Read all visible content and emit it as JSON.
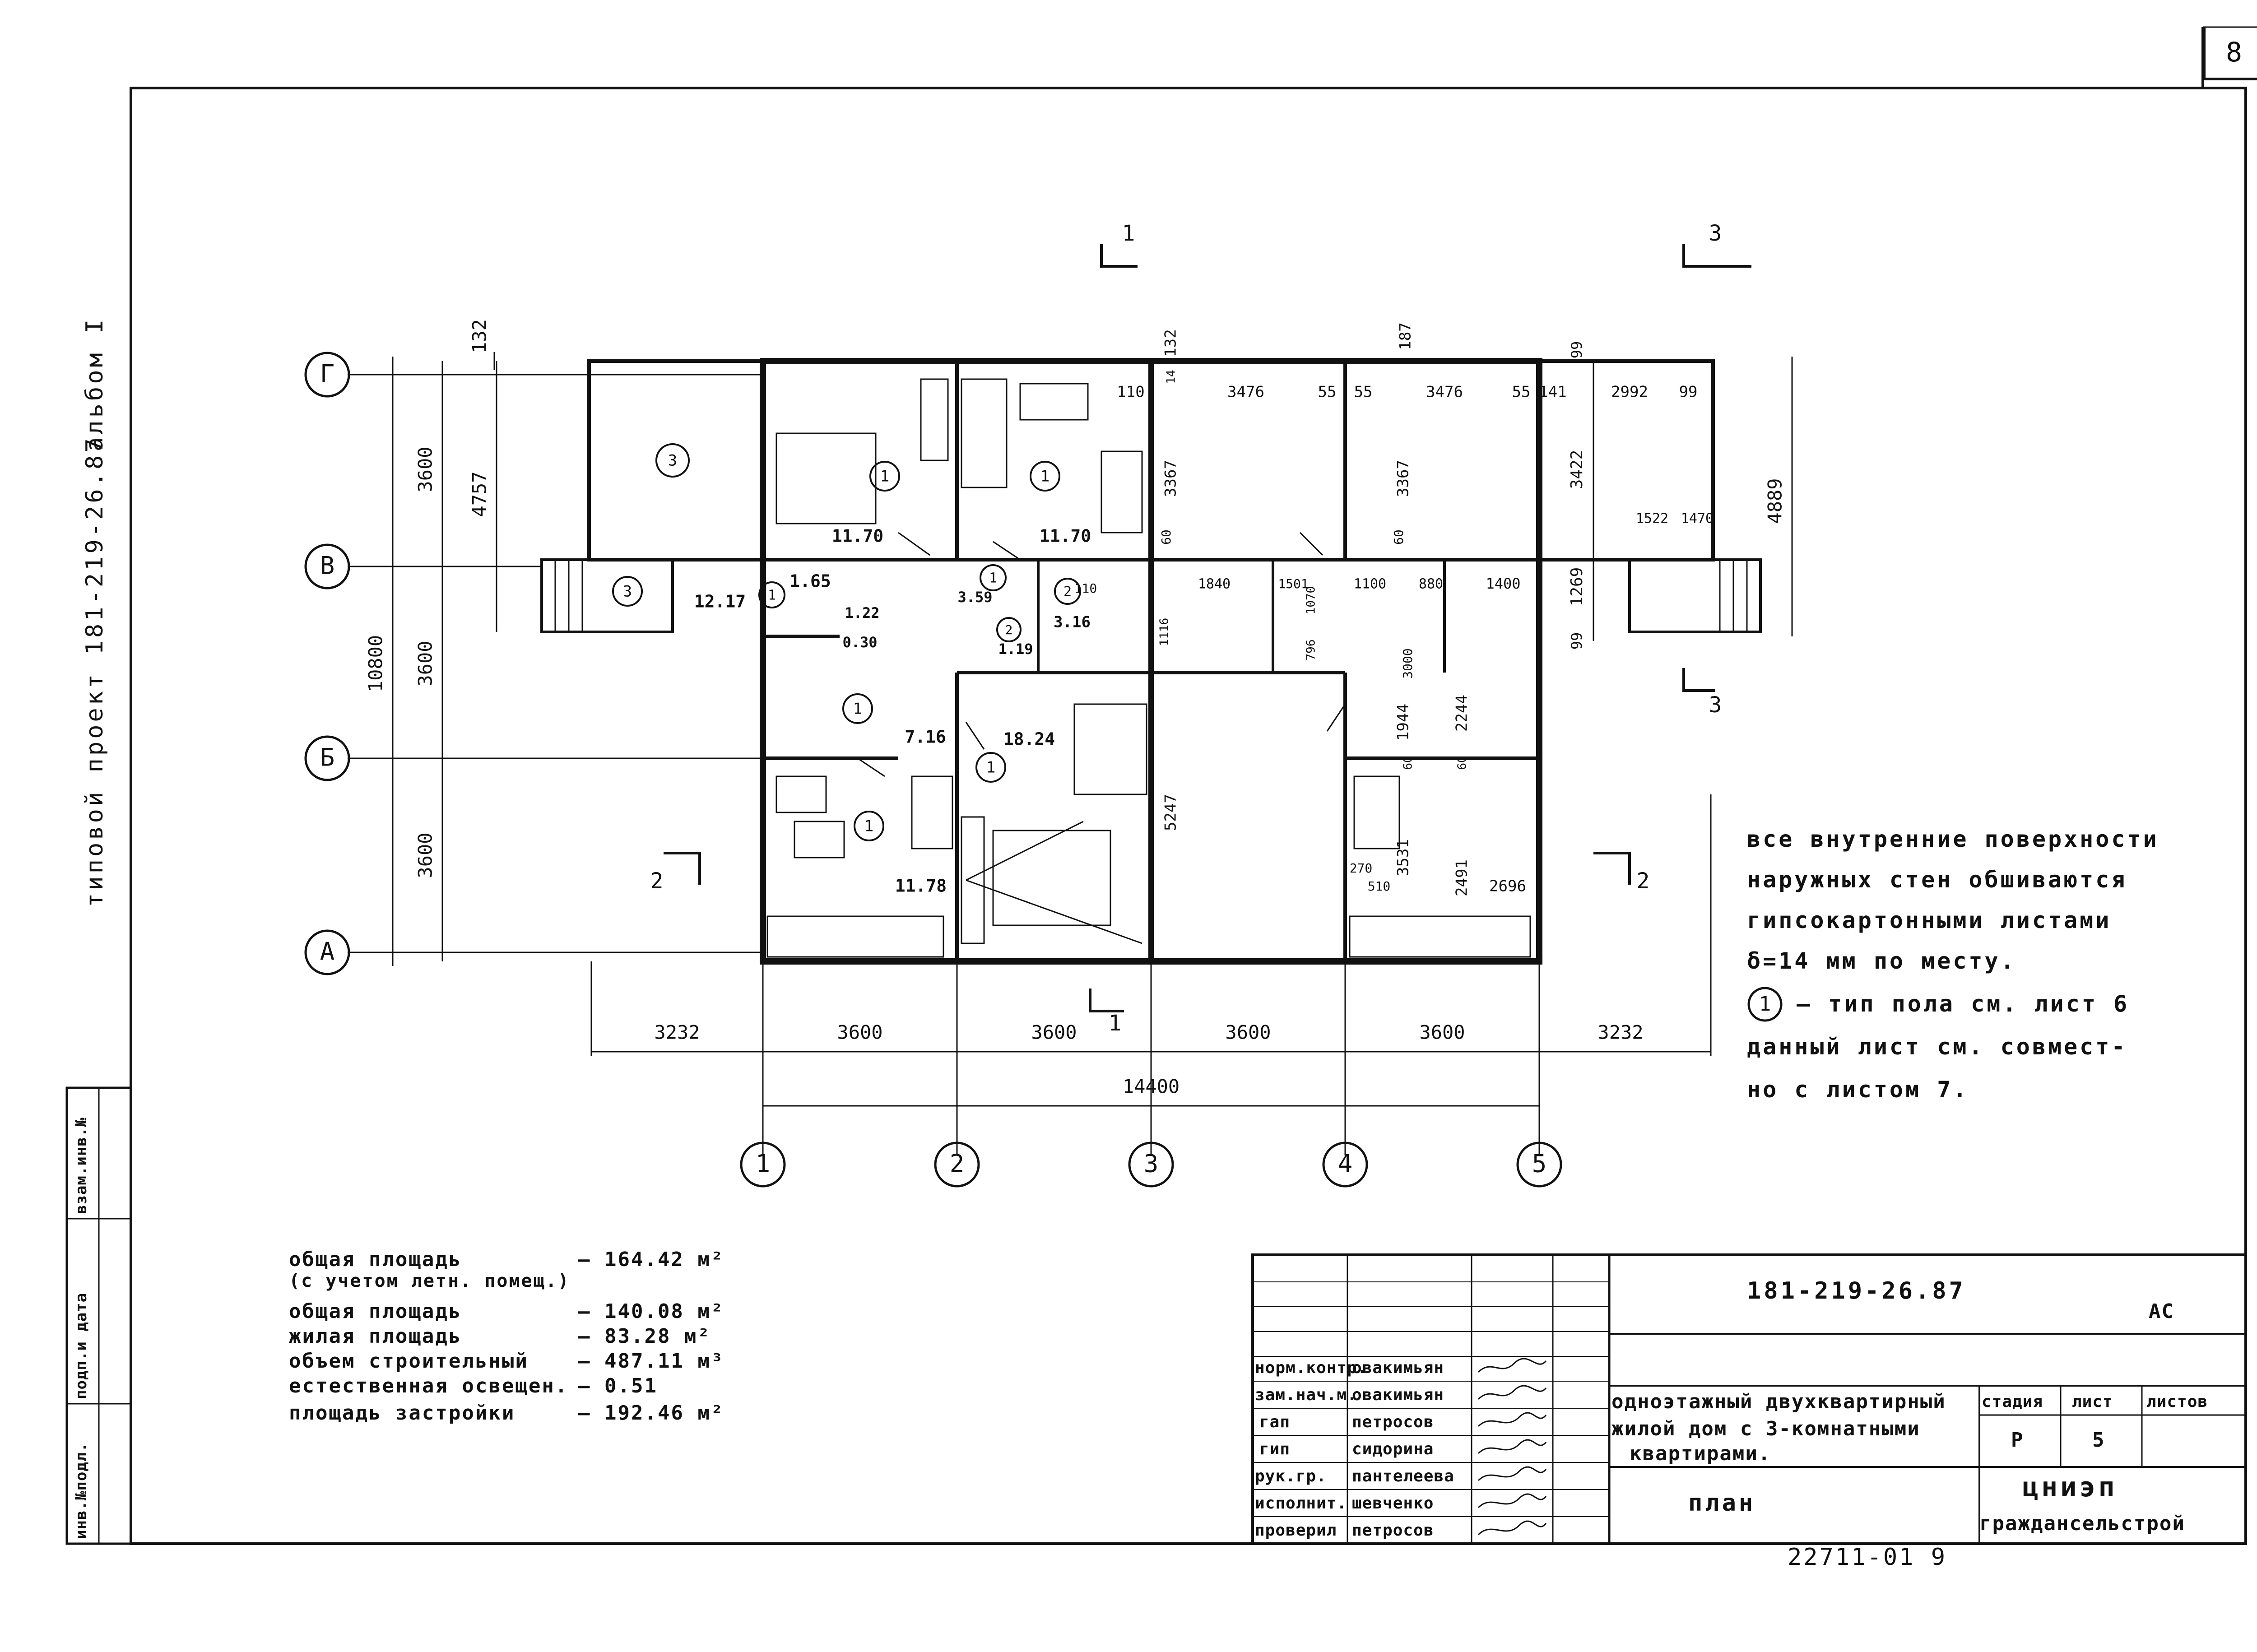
{
  "sheet_number": "8",
  "side_labels": {
    "project": "типовой проект 181-219-26.87",
    "album": "альбом I"
  },
  "stamp_columns": [
    "инв.№подл.",
    "подп.и дата",
    "взам.инв.№"
  ],
  "axes": {
    "letters": [
      "Г",
      "В",
      "Б",
      "А"
    ],
    "numbers": [
      "1",
      "2",
      "3",
      "4",
      "5"
    ]
  },
  "section_marks": [
    "1",
    "1",
    "2",
    "2",
    "3",
    "3"
  ],
  "dimensions": {
    "left_vertical": [
      "3600",
      "3600",
      "3600"
    ],
    "left_total": "10800",
    "left_upper": "4757",
    "left_top": "132",
    "right_vertical": "4889",
    "right_small": [
      "99",
      "3422",
      "1269",
      "99"
    ],
    "bottom": [
      "3232",
      "3600",
      "3600",
      "3600",
      "3600",
      "3232"
    ],
    "bottom_total": "14400"
  },
  "plan_labels": {
    "room_areas": [
      "11.70",
      "11.70",
      "12.17",
      "1.65",
      "1.22",
      "0.30",
      "3.59",
      "1.19",
      "3.16",
      "7.16",
      "18.24",
      "11.78"
    ],
    "floor_type": "1",
    "terrace_type": "3",
    "floor_type_alt": "2",
    "interior_dims": [
      "110",
      "3476",
      "55",
      "55",
      "3476",
      "55",
      "141",
      "2992",
      "99",
      "187",
      "132",
      "14",
      "3367",
      "3367",
      "1522",
      "1470",
      "110",
      "60",
      "60",
      "1840",
      "1501",
      "1070",
      "1100",
      "880",
      "1400",
      "1944",
      "2244",
      "3000",
      "5247",
      "3531",
      "2491",
      "2696",
      "270",
      "510",
      "60",
      "60",
      "796",
      "1116"
    ]
  },
  "note": {
    "lines": [
      "все внутренние поверхности",
      "наружных стен обшиваются",
      "гипсокартонными листами",
      "δ=14 мм по месту.",
      "— тип пола см. лист 6",
      "данный лист см. совмест-",
      "но с листом 7."
    ],
    "circled": "1"
  },
  "areas": [
    {
      "label": "общая площадь",
      "value": "— 164.42 м²"
    },
    {
      "label": "(с учетом летн. помещ.)",
      "value": ""
    },
    {
      "label": "общая площадь",
      "value": "— 140.08 м²"
    },
    {
      "label": "жилая площадь",
      "value": "— 83.28 м²"
    },
    {
      "label": "объем строительный",
      "value": "— 487.11 м³"
    },
    {
      "label": "естественная освещен.",
      "value": "— 0.51"
    },
    {
      "label": "площадь застройки",
      "value": "— 192.46 м²"
    }
  ],
  "title_block": {
    "code": "181-219-26.87",
    "mark": "АС",
    "roles": [
      "норм.контр.",
      "зам.нач.м.",
      "гап",
      "гип",
      "рук.гр.",
      "исполнит.",
      "проверил"
    ],
    "names": [
      "овакимьян",
      "овакимьян",
      "петросов",
      "сидорина",
      "пантелеева",
      "шевченко",
      "петросов"
    ],
    "title": "одноэтажный двухквартирный жилой дом с 3-комнатными квартирами.",
    "title_line1": "одноэтажный двухквартирный",
    "title_line2": "жилой дом с 3-комнатными",
    "title_line3": "квартирами.",
    "stage_header": "стадия",
    "sheet_header": "лист",
    "sheets_header": "листов",
    "stage": "Р",
    "sheet": "5",
    "drawing": "план",
    "org1": "цниэп",
    "org2": "граждансельстрой"
  },
  "footer_stamp": "22711-01   9"
}
